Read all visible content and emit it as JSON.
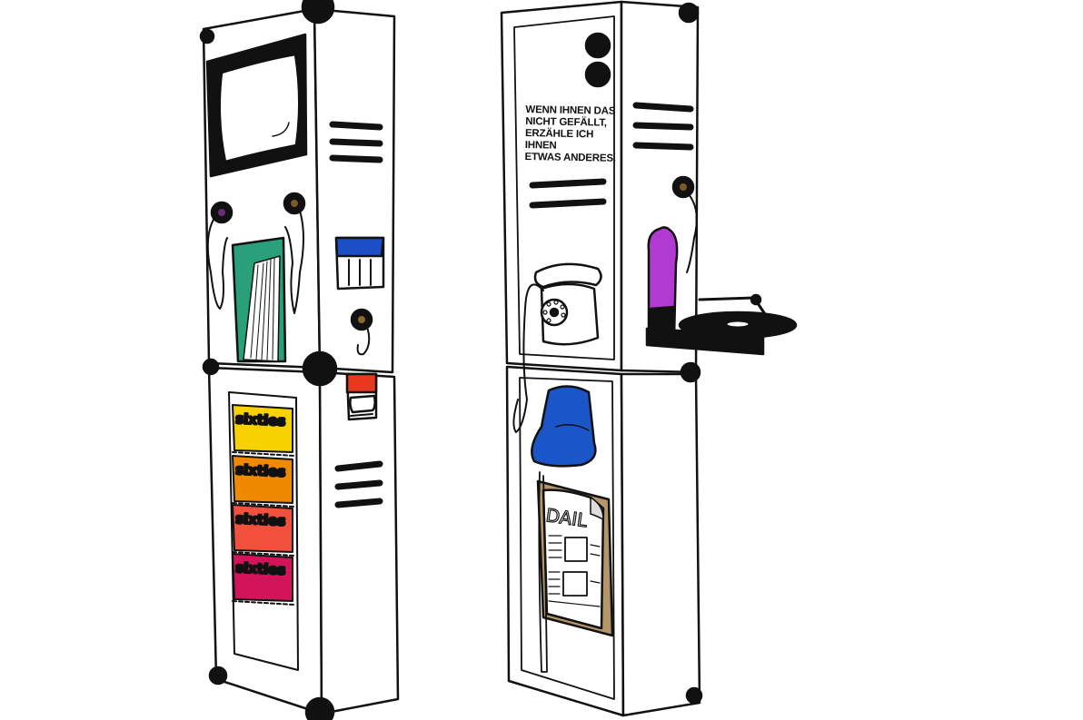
{
  "scene": {
    "stroke_color": "#111111",
    "panel_color": "#ffffff",
    "quote_lines": [
      "WENN IHNEN DAS",
      "NICHT GEFÄLLT,",
      "ERZÄHLE ICH IHNEN",
      "ETWAS ANDERES."
    ],
    "magazine_label": "sixties",
    "magazine_colors": [
      "#f7d100",
      "#ef8a00",
      "#f0503c",
      "#d4145a"
    ],
    "newspaper_label": "DAIL",
    "colors": {
      "folder": "#2aa07a",
      "blue_object": "#1d4fc4",
      "hat": "#1a56c8",
      "red_box": "#e8391e",
      "vase": "#b13bd1",
      "newspaper_frame": "#b5966a"
    }
  }
}
